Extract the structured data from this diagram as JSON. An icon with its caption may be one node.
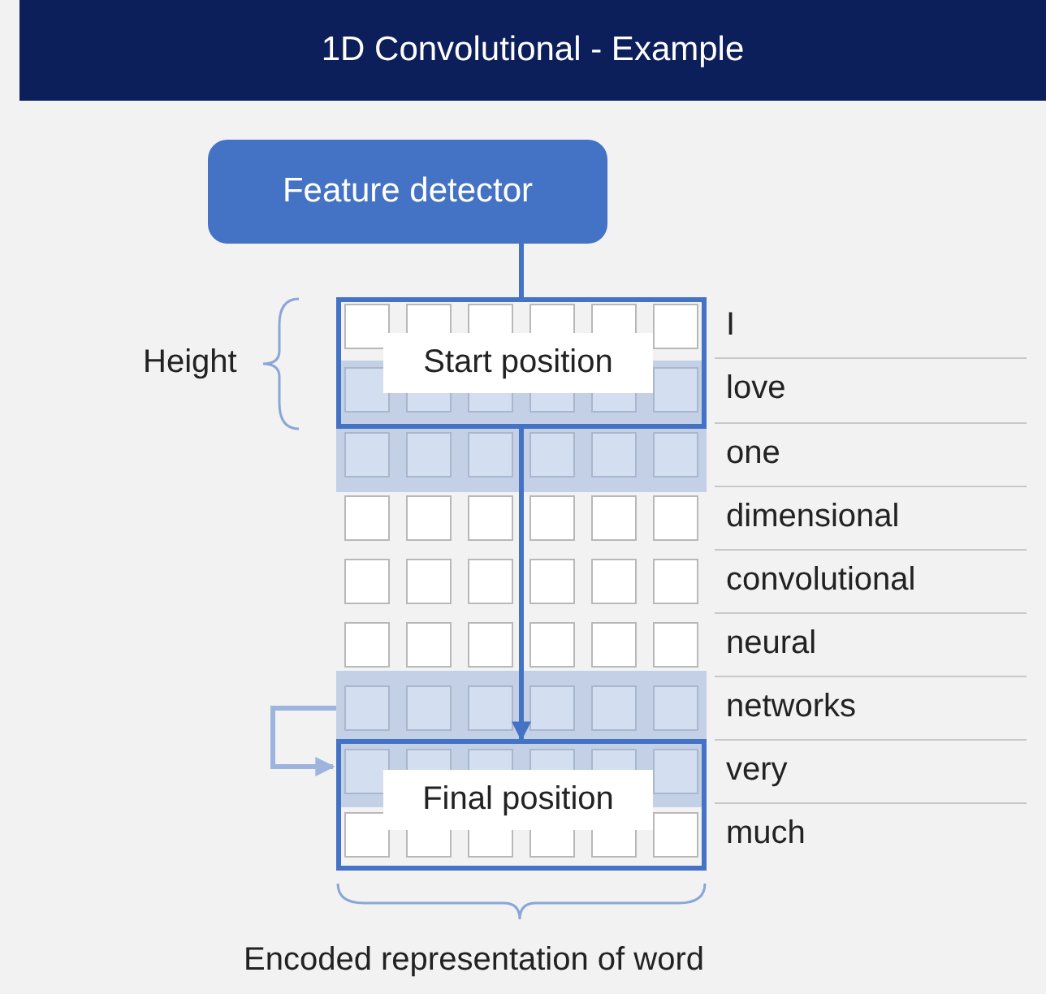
{
  "diagram": {
    "title": "1D Convolutional - Example",
    "nodes": [
      {
        "text": [
          "Feature detector"
        ]
      },
      {
        "text": [
          "Start position"
        ]
      },
      {
        "text": [
          "Final position"
        ]
      }
    ],
    "edges": [
      {
        "from": 0,
        "to": 1,
        "arrow": "none"
      },
      {
        "from": 1,
        "to": 2,
        "arrow": "to"
      },
      {
        "from": null,
        "to": 2,
        "arrow": "to",
        "color": "#9db4de"
      }
    ],
    "labels": [
      "Height",
      "I",
      "love",
      "one",
      "dimensional",
      "convolutional",
      "neural",
      "networks",
      "very",
      "much",
      "Encoded representation of word"
    ]
  }
}
